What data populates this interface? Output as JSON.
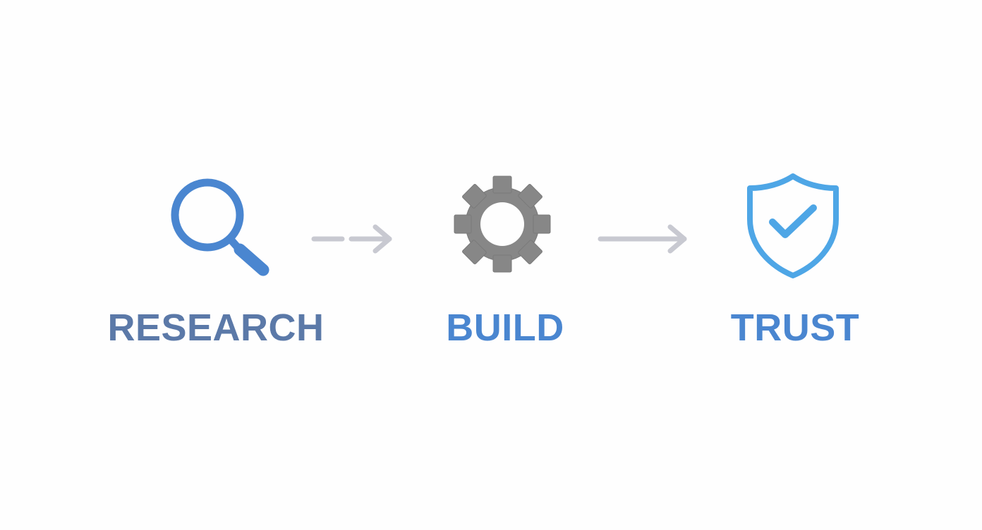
{
  "diagram": {
    "type": "process-flow",
    "steps": [
      {
        "label": "RESEARCH",
        "icon": "search-icon",
        "color": "#5b79a8",
        "icon_color": "#4a86d0"
      },
      {
        "label": "BUILD",
        "icon": "gear-icon",
        "color": "#4a86d0",
        "icon_color": "#878787"
      },
      {
        "label": "TRUST",
        "icon": "shield-check-icon",
        "color": "#4a86d0",
        "icon_color": "#4ea6e6"
      }
    ],
    "connectors": [
      {
        "from": "RESEARCH",
        "to": "BUILD",
        "style": "dashed",
        "color": "#c8c9d1"
      },
      {
        "from": "BUILD",
        "to": "TRUST",
        "style": "solid",
        "color": "#c8c9d1"
      }
    ]
  }
}
